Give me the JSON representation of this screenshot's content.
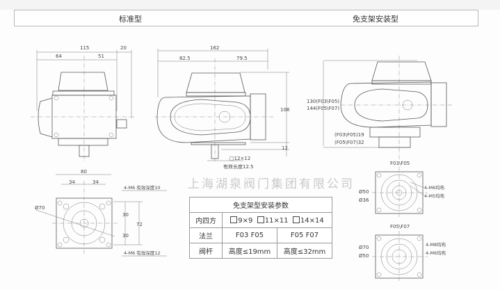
{
  "header": {
    "left_title": "标准型",
    "right_title": "免支架安装型"
  },
  "front_view": {
    "dim_overall": "115",
    "dim_left": "64",
    "dim_right": "51",
    "dim_connector": "20"
  },
  "side_view": {
    "dim_overall": "162",
    "dim_left": "82.5",
    "dim_right": "79.5",
    "dim_height": "108",
    "dim_base": "12",
    "shaft_square": "□12×12",
    "shaft_depth": "有效长度12.5"
  },
  "bracketless_view": {
    "height_f03_f05": "130(F03\\F05)",
    "height_f05_f07": "144(F05\\F07)",
    "shaft_f03_f05": "(F03\\F05)19",
    "shaft_f05_f07": "(F05\\F07)32"
  },
  "bottom_view": {
    "dim_width": "80",
    "dim_left": "34",
    "dim_right": "34",
    "dim_diameter": "Ø70",
    "dim_upper": "30",
    "dim_lower": "30",
    "dim_height": "72",
    "note_top": "4-M6 有效深度10",
    "note_bottom": "4-M6 有效深度12"
  },
  "watermark": "上海湖泉阀门集团有限公司",
  "params_table": {
    "title": "免支架型安装参数",
    "rows": [
      {
        "label": "内四方",
        "values": [
          "9×9",
          "11×11",
          "14×14"
        ]
      },
      {
        "label": "法兰",
        "col1": "F03  F05",
        "col2": "F05  F07"
      },
      {
        "label": "阀杆",
        "col1": "高度≤19mm",
        "col2": "高度≤32mm"
      }
    ]
  },
  "flange_f03_f05": {
    "title": "F03\\F05",
    "dia_outer": "Ø50",
    "dia_inner": "Ø36",
    "note1": "4-M6均布",
    "note2": "4-M5均布"
  },
  "flange_f05_f07": {
    "title": "F05\\F07",
    "dia_outer": "Ø70",
    "dia_inner": "Ø50",
    "note1": "4-M8均布",
    "note2": "4-M6均布"
  }
}
